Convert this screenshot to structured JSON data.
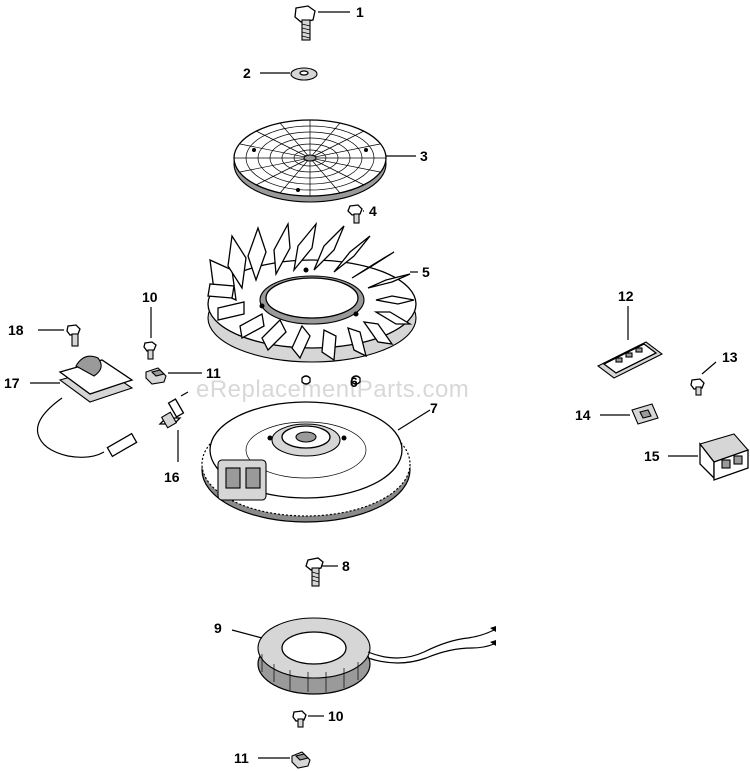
{
  "watermark": "eReplacementParts.com",
  "callouts": {
    "c1": "1",
    "c2": "2",
    "c3": "3",
    "c4": "4",
    "c5": "5",
    "c6": "6",
    "c7": "7",
    "c8": "8",
    "c9": "9",
    "c10a": "10",
    "c11a": "11",
    "c12": "12",
    "c13": "13",
    "c14": "14",
    "c15": "15",
    "c16": "16",
    "c17": "17",
    "c18": "18",
    "c10b": "10",
    "c11b": "11"
  }
}
